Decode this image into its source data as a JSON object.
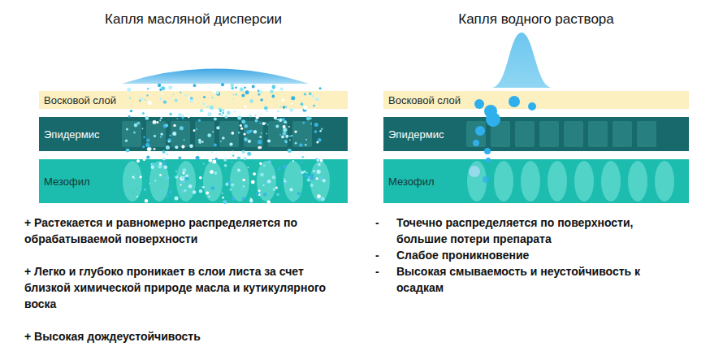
{
  "diagram": {
    "nodes": [
      {
        "text": [
          "Восковой слой"
        ]
      },
      {
        "text": [
          "Эпидермис"
        ]
      },
      {
        "text": [
          "Мезофил"
        ]
      },
      {
        "text": [
          "Восковой слой"
        ]
      },
      {
        "text": [
          "Эпидермис"
        ]
      },
      {
        "text": [
          "Мезофил"
        ]
      }
    ],
    "labels": [
      "Капля масляной дисперсии",
      "Капля водного раствора",
      "+ Растекается и равномерно распределяется по обрабатываемой поверхности",
      "+ Легко и глубоко проникает в слои листа за счет близкой химической природе масла и кутикулярного воска",
      "+ Высокая дождеустойчивость",
      "-",
      "Точечно распределяется по поверхности, большие потери препарата",
      "-",
      "Слабое проникновение",
      "-",
      "Высокая смываемость и неустойчивость к осадкам"
    ]
  }
}
